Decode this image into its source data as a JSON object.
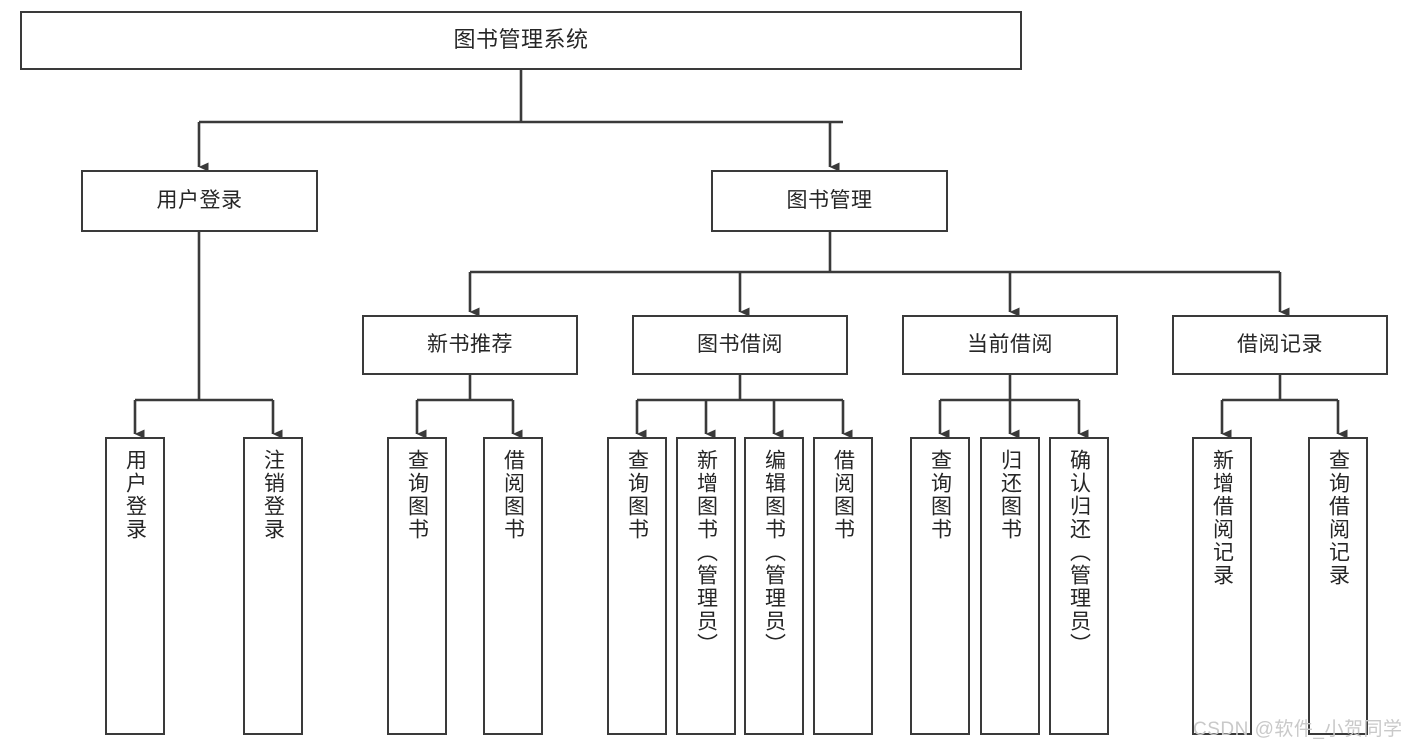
{
  "diagram": {
    "title": "图书管理系统",
    "watermark": "CSDN @软件_小贺同学",
    "stroke_color": "#3a3a3a",
    "background_color": "#ffffff",
    "text_color": "#262626",
    "root": {
      "label": "图书管理系统"
    },
    "level2": [
      {
        "label": "用户登录"
      },
      {
        "label": "图书管理"
      }
    ],
    "level3": [
      {
        "label": "新书推荐"
      },
      {
        "label": "图书借阅"
      },
      {
        "label": "当前借阅"
      },
      {
        "label": "借阅记录"
      }
    ],
    "leaves": {
      "user_login": [
        {
          "label": "用户登录"
        },
        {
          "label": "注销登录"
        }
      ],
      "new_book_recommend": [
        {
          "label": "查询图书"
        },
        {
          "label": "借阅图书"
        }
      ],
      "book_borrow": [
        {
          "label": "查询图书"
        },
        {
          "label": "新增图书（管理员）"
        },
        {
          "label": "编辑图书（管理员）"
        },
        {
          "label": "借阅图书"
        }
      ],
      "current_borrow": [
        {
          "label": "查询图书"
        },
        {
          "label": "归还图书"
        },
        {
          "label": "确认归还（管理员）"
        }
      ],
      "borrow_record": [
        {
          "label": "新增借阅记录"
        },
        {
          "label": "查询借阅记录"
        }
      ]
    }
  }
}
